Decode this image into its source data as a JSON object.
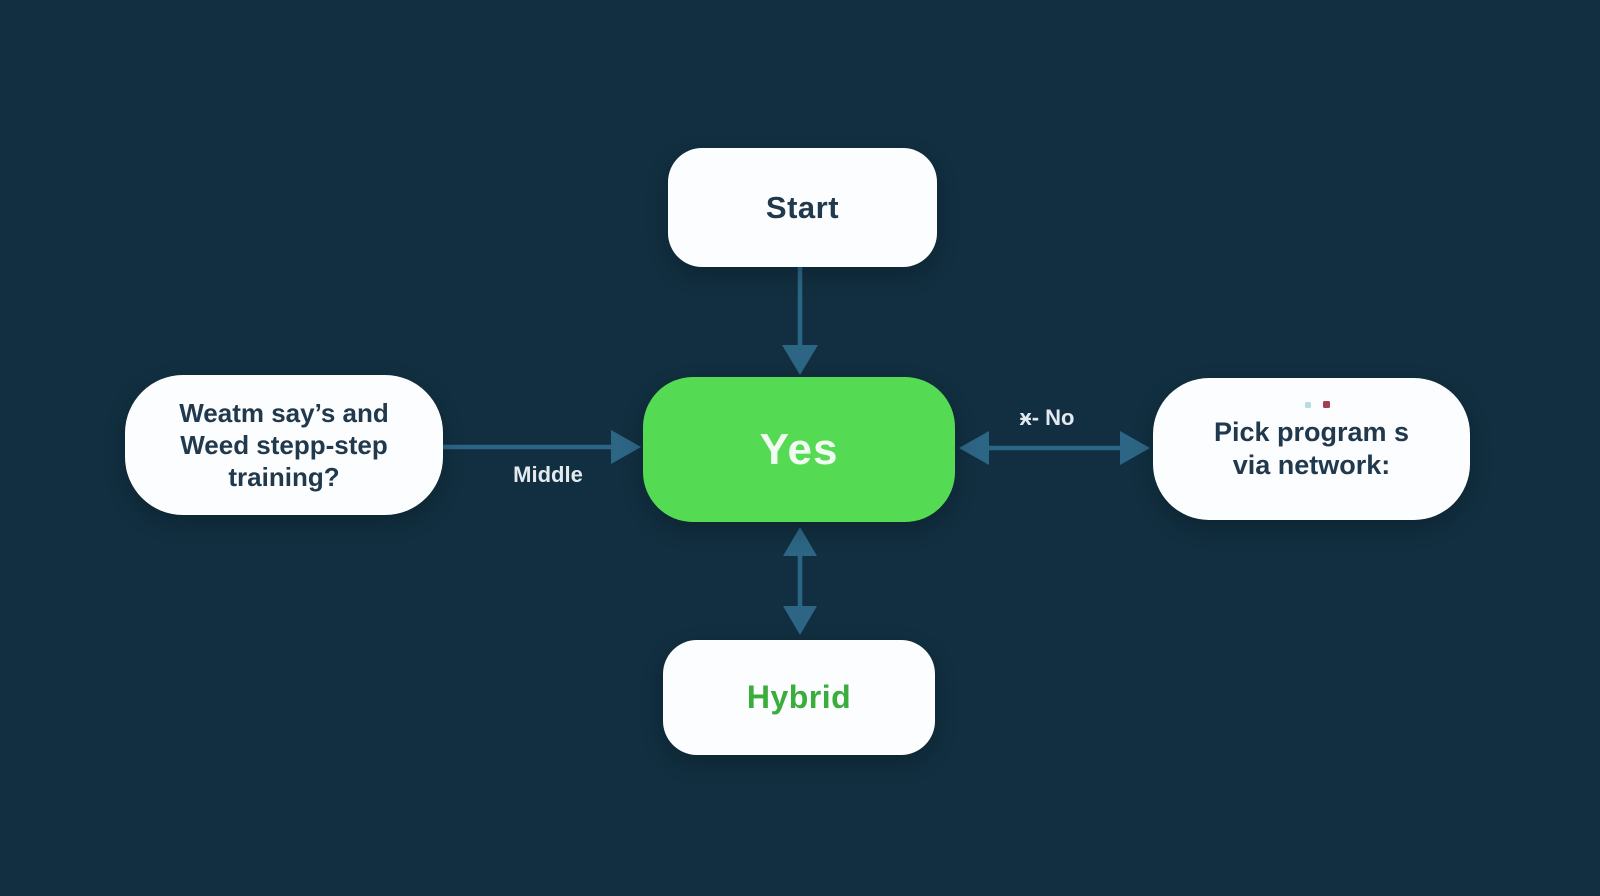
{
  "colors": {
    "background": "#112f40",
    "connector": "#2d6685",
    "node_fill": "#fcfdfe",
    "node_text": "#21394d",
    "yes_fill": "#55da53",
    "yes_text": "#f2fbf1",
    "hybrid_text": "#3aad3b",
    "edge_label_text": "#e3eaef",
    "dot_blue": "#b5dce6",
    "dot_red": "#a43f50"
  },
  "nodes": {
    "start": {
      "label": "Start"
    },
    "question": {
      "lines": [
        "Weatm say’s and",
        "Weed stepp-step",
        "training?"
      ]
    },
    "yes": {
      "label": "Yes"
    },
    "network": {
      "lines": [
        "Pick program s",
        "via network:"
      ]
    },
    "hybrid": {
      "label": "Hybrid"
    }
  },
  "edge_labels": {
    "middle": "Middle",
    "no": "ӿ- No"
  }
}
